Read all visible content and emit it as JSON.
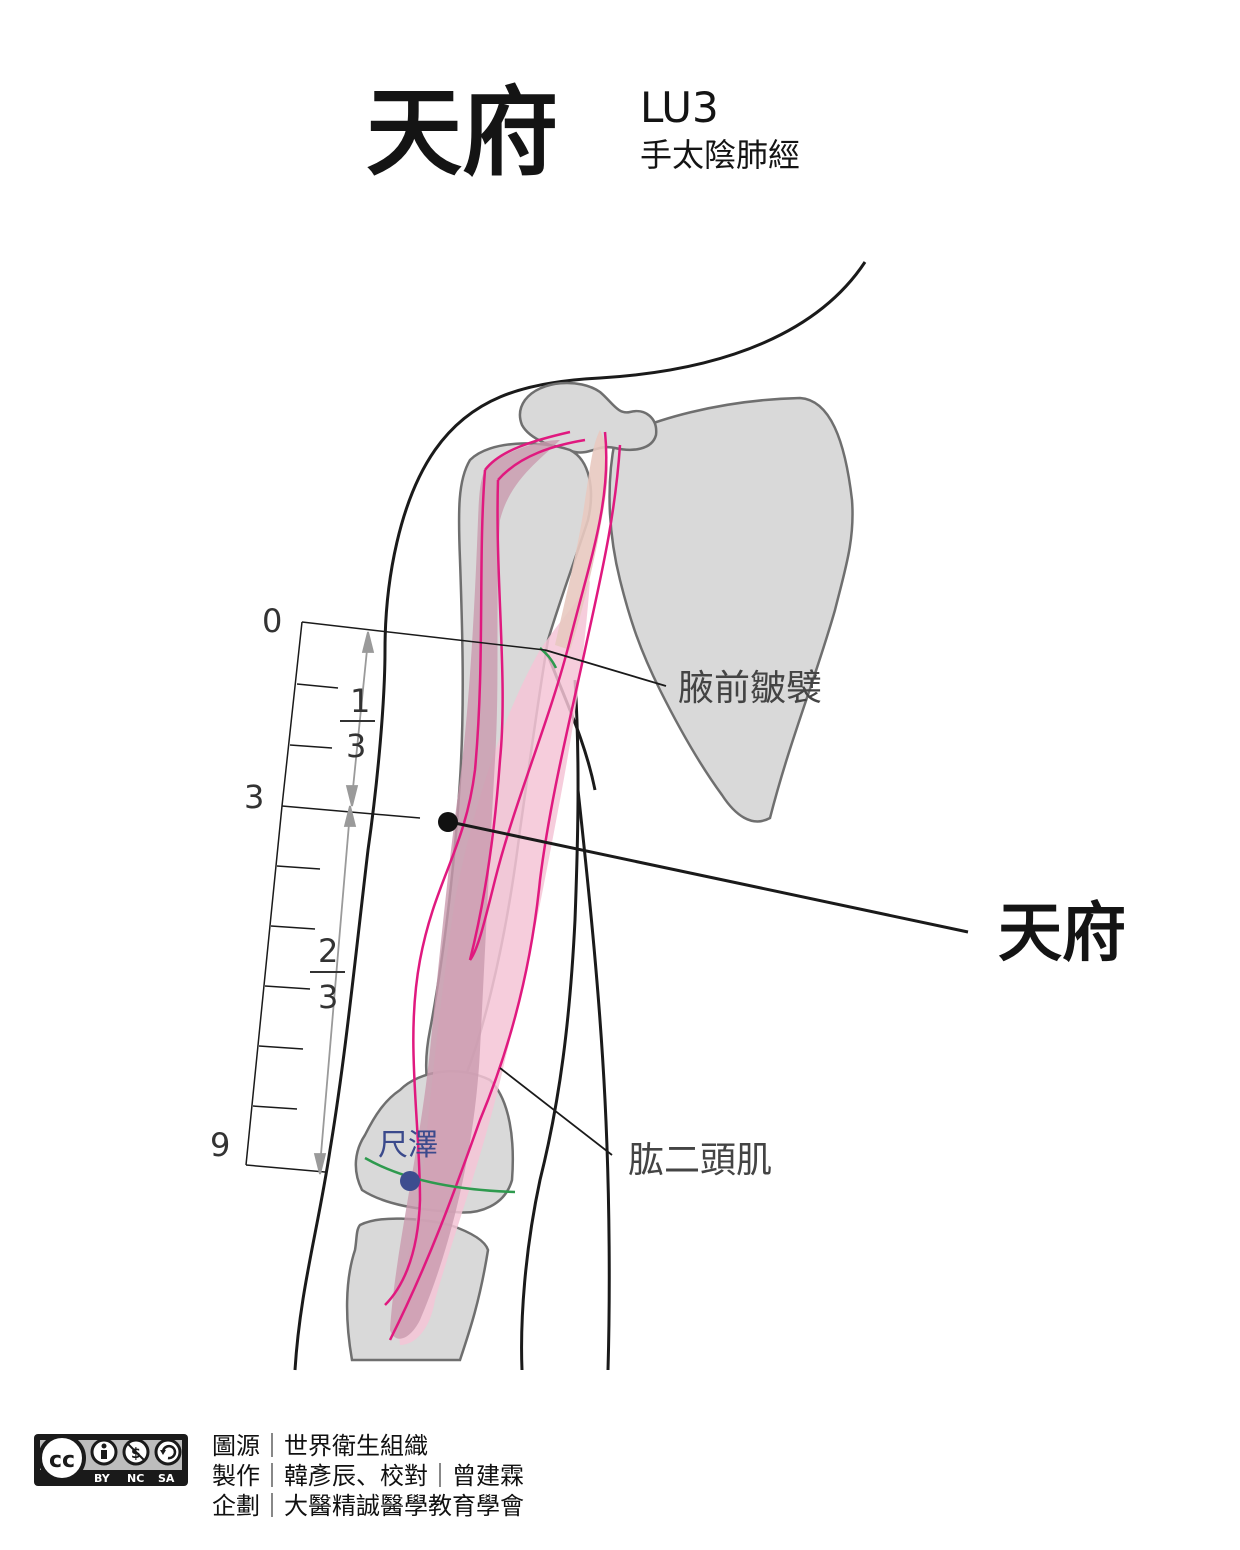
{
  "title": {
    "name": "天府",
    "code": "LU3",
    "meridian": "手太陰肺經"
  },
  "point_label": "天府",
  "labels": {
    "axillary_fold": "腋前皺襞",
    "biceps": "肱二頭肌",
    "chize": "尺澤"
  },
  "scale": {
    "ticks": [
      "0",
      "3",
      "9"
    ],
    "fraction_upper": {
      "numerator": "1",
      "denominator": "3"
    },
    "fraction_lower": {
      "numerator": "2",
      "denominator": "3"
    }
  },
  "license": {
    "cc": "cc",
    "by": "BY",
    "nc": "NC",
    "sa": "SA"
  },
  "credits": [
    "圖源｜世界衛生組織",
    "製作｜韓彥辰、校對｜曾建霖",
    "企劃｜大醫精誠醫學教育學會"
  ],
  "colors": {
    "bone": "#d9d9d9",
    "bone_stroke": "#6f6f6f",
    "muscle_fill": "#f4c4d6",
    "muscle_dark": "#c99aae",
    "vessel": "#e0197f",
    "crease": "#2e9a4e",
    "chize_dot": "#3d4d8f"
  }
}
